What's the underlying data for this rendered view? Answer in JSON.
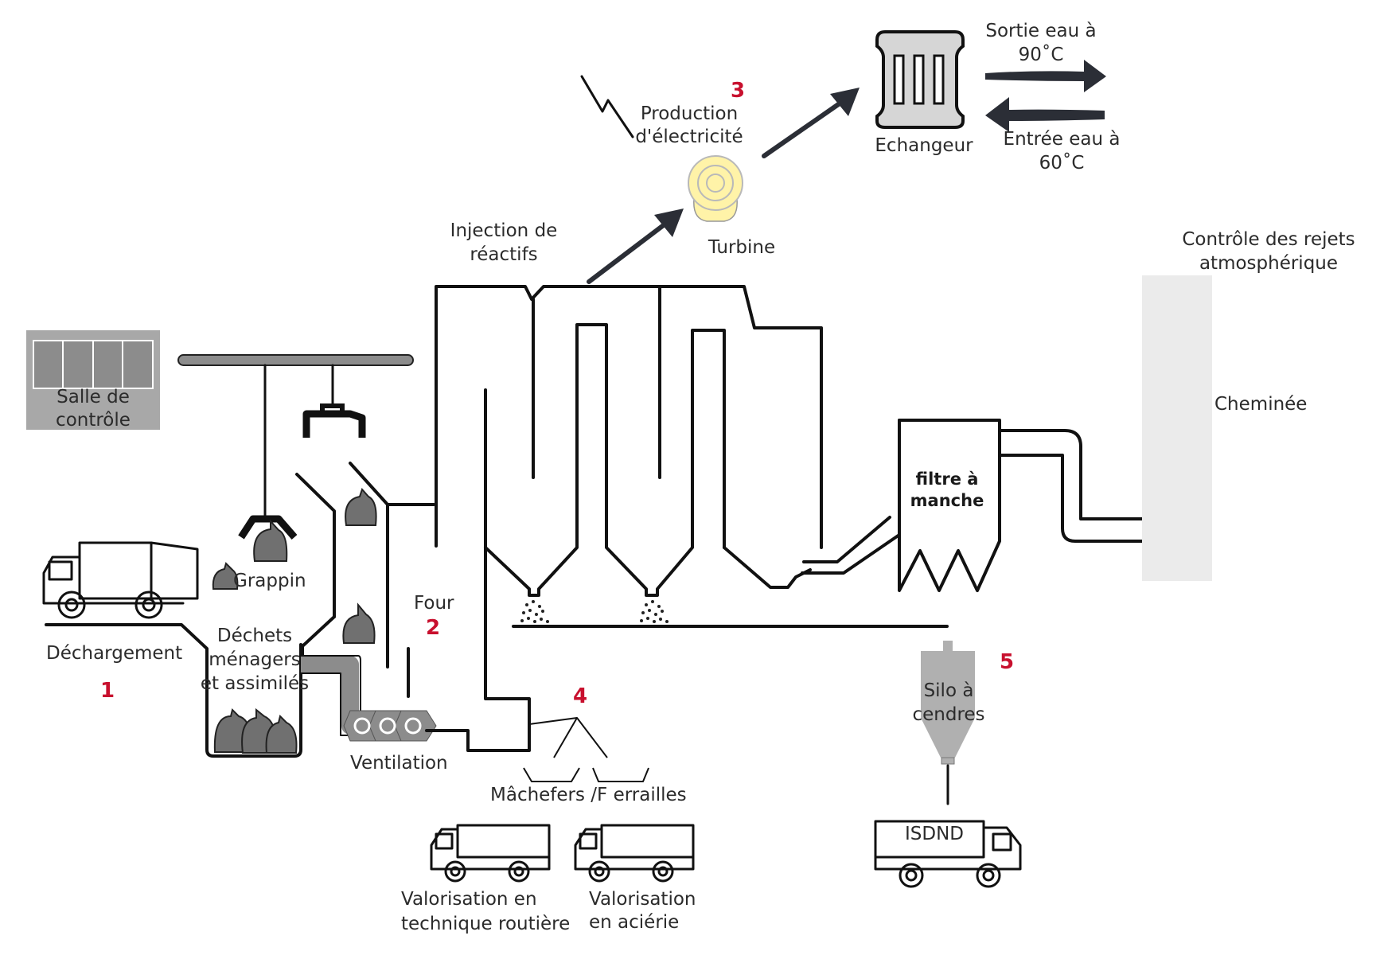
{
  "labels": {
    "salle_controle_1": "Salle de",
    "salle_controle_2": "contrôle",
    "dechargement": "Déchargement",
    "grappin": "Grappin",
    "dechets_1": "Déchets",
    "dechets_2": "ménagers",
    "dechets_3": "et assimilés",
    "ventilation": "Ventilation",
    "four": "Four",
    "injection_1": "Injection de",
    "injection_2": "réactifs",
    "production_1": "Production",
    "production_2": "d'électricité",
    "turbine": "Turbine",
    "echangeur": "Echangeur",
    "sortie_1": "Sortie eau à",
    "sortie_2": "90˚C",
    "entree_1": "Entrée eau à",
    "entree_2": "60˚C",
    "controle_1": "Contrôle des rejets",
    "controle_2": "atmosphérique",
    "cheminee": "Cheminée",
    "filtre_1": "filtre à",
    "filtre_2": "manche",
    "silo_1": "Silo à",
    "silo_2": "cendres",
    "isdnd": "ISDND",
    "machefers": "Mâchefers /F errailles",
    "valo_route_1": "Valorisation en",
    "valo_route_2": "technique routière",
    "valo_acier_1": "Valorisation",
    "valo_acier_2": "en aciérie"
  },
  "steps": [
    "1",
    "2",
    "3",
    "4",
    "5"
  ],
  "colors": {
    "step_number": "#c8102e",
    "line": "#111111",
    "arrow": "#2b2e36",
    "turbine": "#fff3a8",
    "chimney": "#ebebeb",
    "control_room": "#a8a8a8",
    "silo": "#b0b0b0",
    "bag": "#707070"
  }
}
